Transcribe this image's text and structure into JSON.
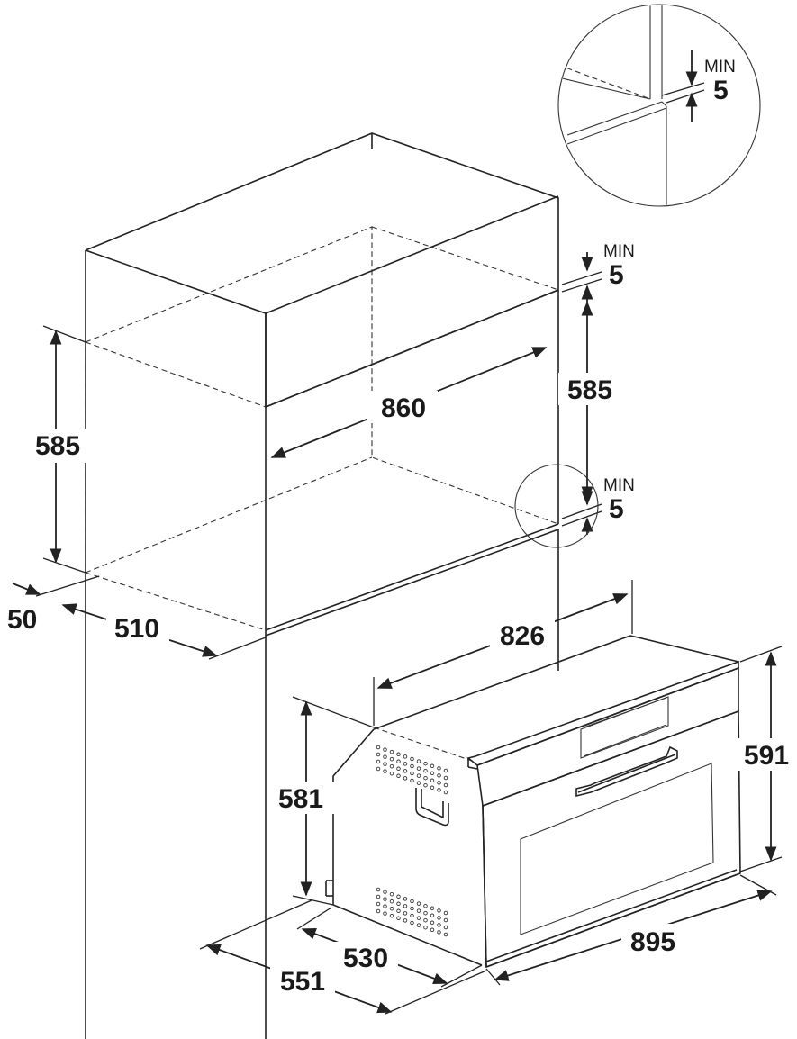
{
  "niche": {
    "height": "585",
    "depth": "510",
    "setback": "50",
    "width": "860",
    "right_height": "585",
    "gap_top_label": "MIN",
    "gap_top_value": "5",
    "gap_bottom_label": "MIN",
    "gap_bottom_value": "5"
  },
  "detail": {
    "gap_label": "MIN",
    "gap_value": "5"
  },
  "appliance": {
    "body_width": "826",
    "body_height": "581",
    "front_height": "591",
    "front_width": "895",
    "body_depth": "530",
    "total_depth": "551"
  }
}
